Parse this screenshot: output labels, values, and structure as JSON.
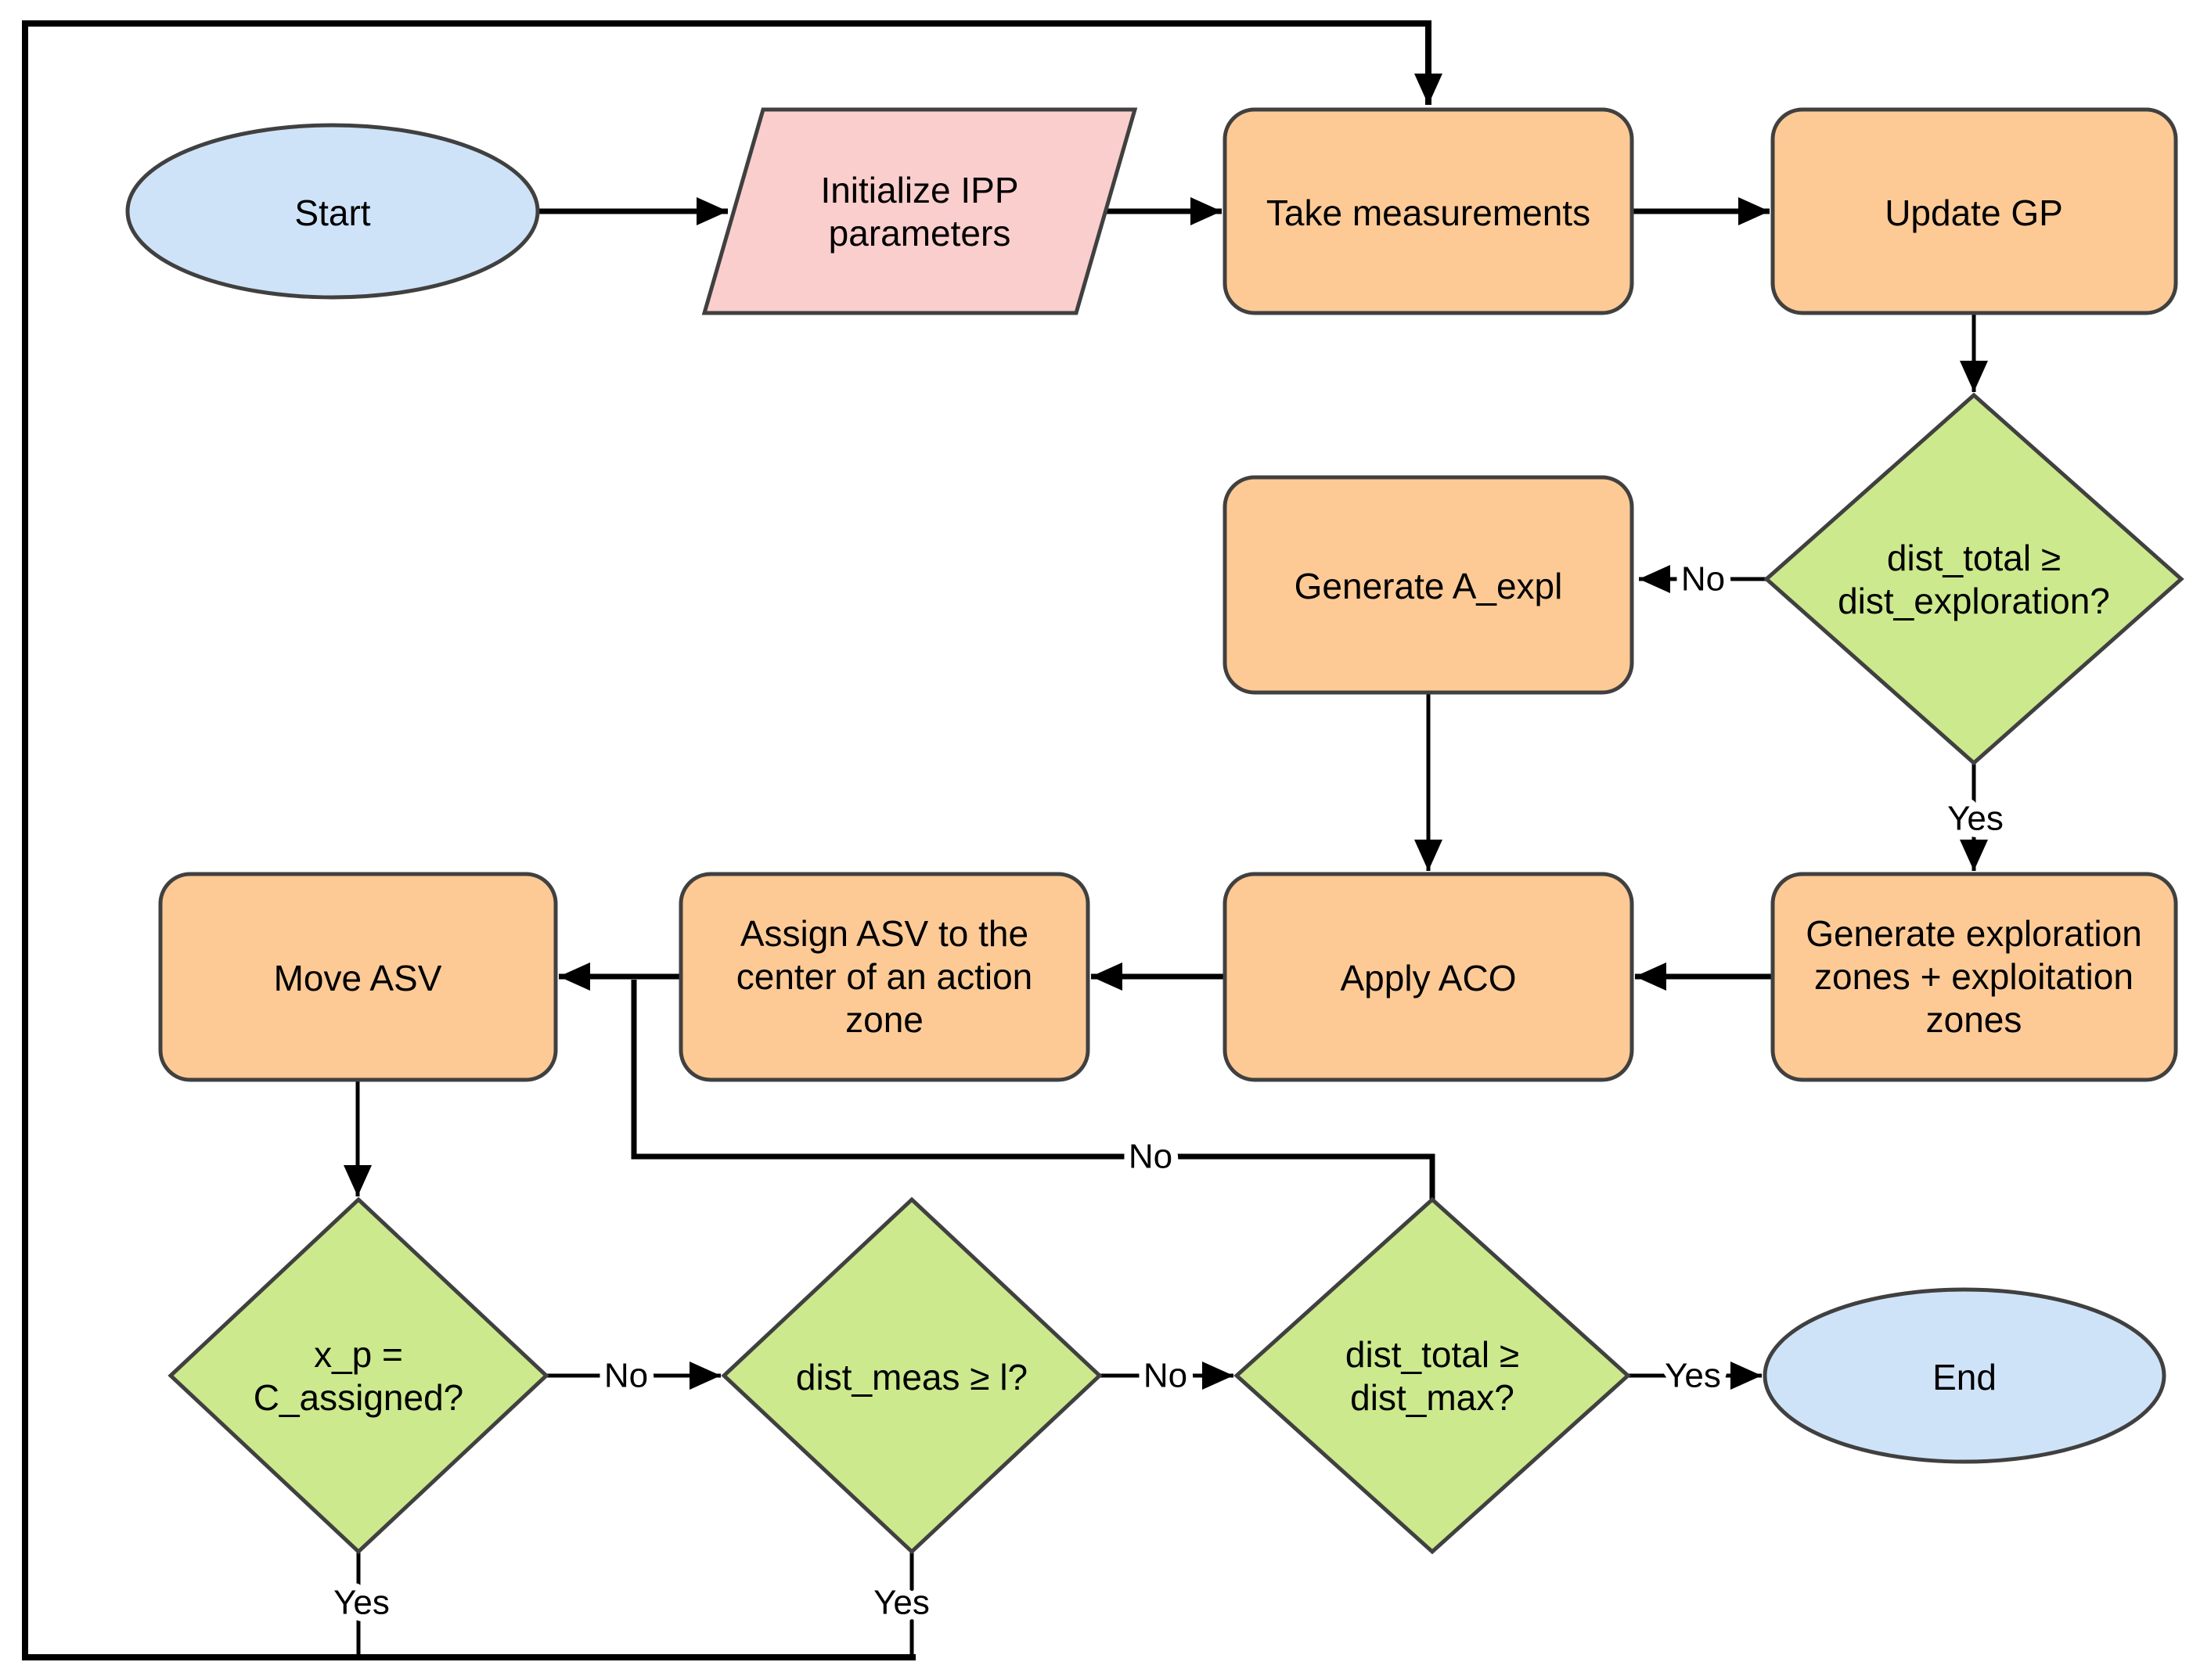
{
  "diagram": {
    "type": "flowchart",
    "colors": {
      "background": "#ffffff",
      "process_fill": "#fdca96",
      "decision_fill": "#cce98d",
      "terminal_fill": "#cfe3f8",
      "io_fill": "#f9cecc",
      "shape_stroke": "#404040",
      "line_color": "#000000",
      "text_color": "#000000"
    },
    "nodes": {
      "start": {
        "type": "terminal",
        "label": "Start"
      },
      "init_ipp": {
        "type": "input",
        "label": "Initialize IPP parameters",
        "lines": [
          "Initialize IPP",
          "parameters"
        ]
      },
      "take_measurements": {
        "type": "process",
        "label": "Take measurements"
      },
      "update_gp": {
        "type": "process",
        "label": "Update GP"
      },
      "dist_exploration_check": {
        "type": "decision",
        "label": "dist_total ≥ dist_exploration?",
        "lines": [
          "dist_total ≥",
          "dist_exploration?"
        ]
      },
      "generate_a_expl": {
        "type": "process",
        "label": "Generate A_expl"
      },
      "generate_zones": {
        "type": "process",
        "label": "Generate exploration zones + exploitation zones",
        "lines": [
          "Generate exploration",
          "zones + exploitation",
          "zones"
        ]
      },
      "apply_aco": {
        "type": "process",
        "label": "Apply ACO"
      },
      "assign_asv": {
        "type": "process",
        "label": "Assign ASV to the center of an action zone",
        "lines": [
          "Assign ASV to the",
          "center of an action",
          "zone"
        ]
      },
      "move_asv": {
        "type": "process",
        "label": "Move ASV"
      },
      "xp_check": {
        "type": "decision",
        "label": "x_p = C_assigned?",
        "lines": [
          "x_p =",
          "C_assigned?"
        ]
      },
      "dist_meas_check": {
        "type": "decision",
        "label": "dist_meas ≥ l?"
      },
      "dist_max_check": {
        "type": "decision",
        "label": "dist_total ≥ dist_max?",
        "lines": [
          "dist_total ≥",
          "dist_max?"
        ]
      },
      "end": {
        "type": "terminal",
        "label": "End"
      }
    },
    "edges": {
      "dist_exploration_no": "No",
      "dist_exploration_yes": "Yes",
      "dist_max_no": "No",
      "xp_no": "No",
      "xp_yes": "Yes",
      "dist_meas_no": "No",
      "dist_meas_yes": "Yes",
      "dist_max_yes": "Yes"
    }
  }
}
